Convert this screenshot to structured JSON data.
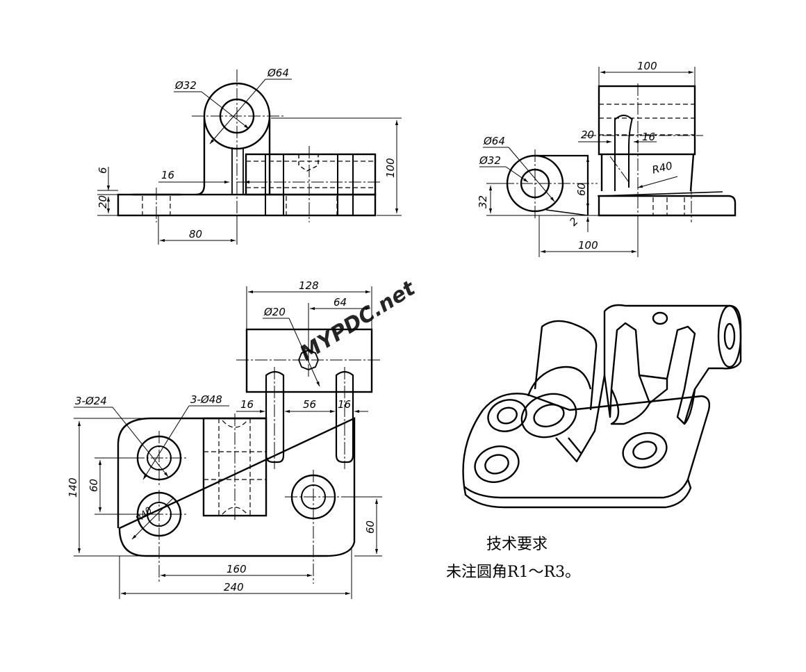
{
  "watermark": "MYPDC.net",
  "front_view": {
    "dims": {
      "phi32": "Ø32",
      "phi64": "Ø64",
      "d6": "6",
      "d16": "16",
      "d20": "20",
      "d80": "80",
      "d100": "100"
    }
  },
  "side_view": {
    "dims": {
      "top100": "100",
      "d20": "20",
      "d16": "16",
      "phi64": "Ø64",
      "phi32": "Ø32",
      "r40": "R40",
      "d32": "32",
      "d60": "60",
      "d2": "2",
      "bottom100": "100"
    }
  },
  "top_view": {
    "dims": {
      "d128": "128",
      "d64": "64",
      "phi20": "Ø20",
      "holes24": "3-Ø24",
      "holes48": "3-Ø48",
      "left16": "16",
      "d56": "56",
      "right16": "16",
      "d140": "140",
      "d60left": "60",
      "r40": "R40",
      "d60right": "60",
      "d160": "160",
      "d240": "240"
    }
  },
  "notes": {
    "title": "技术要求",
    "line1": "未注圆角R1～R3。"
  }
}
